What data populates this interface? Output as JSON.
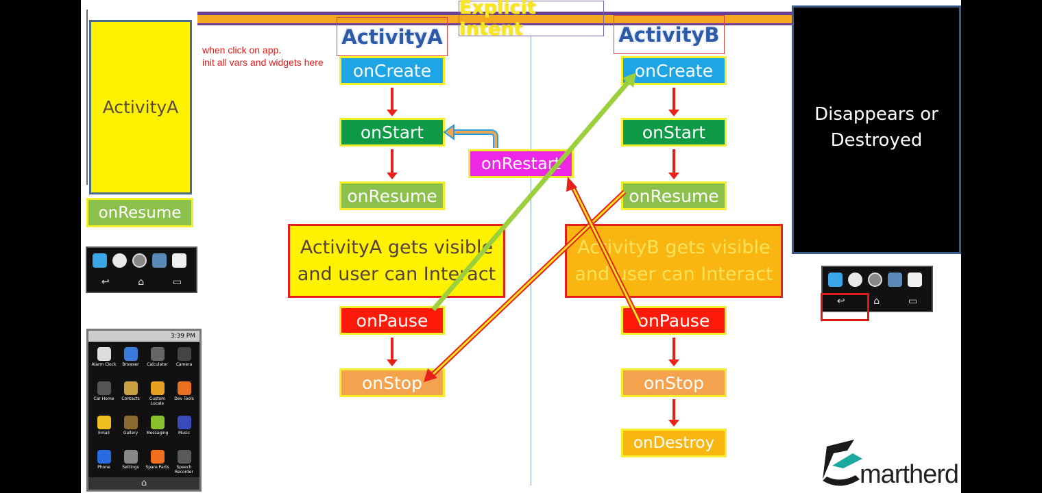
{
  "header_title": "Explicit Intent",
  "activity_a": {
    "title": "ActivityA",
    "states": [
      "onCreate",
      "onStart",
      "onResume",
      "onPause",
      "onStop"
    ],
    "visible_text_line1": "ActivityA gets visible",
    "visible_text_line2": "and user can Interact"
  },
  "activity_b": {
    "title": "ActivityB",
    "states": [
      "onCreate",
      "onStart",
      "onResume",
      "onPause",
      "onStop",
      "onDestroy"
    ],
    "visible_text_line1": "ActivityB gets visible",
    "visible_text_line2": "and user can Interact"
  },
  "restart_label": "onRestart",
  "note": {
    "line1": "when click on app.",
    "line2": "init all vars and widgets here"
  },
  "left_panel": {
    "screen_label": "ActivityA",
    "state_label": "onResume"
  },
  "right_panel": {
    "text_line1": "Disappears or",
    "text_line2": "Destroyed"
  },
  "phone": {
    "time": "3:39 PM",
    "apps": [
      "Alarm Clock",
      "Browser",
      "Calculator",
      "Camera",
      "Car Home",
      "Contacts",
      "Custom Locale",
      "Dev Tools",
      "Email",
      "Gallery",
      "Messaging",
      "Music",
      "Phone",
      "Settings",
      "Spare Parts",
      "Speech Recorder"
    ]
  },
  "logo_text": "martherd",
  "colors": {
    "yellow_screen": "#fff200",
    "arrow_red": "#e8201a",
    "arrow_green": "#9bcf3c"
  }
}
